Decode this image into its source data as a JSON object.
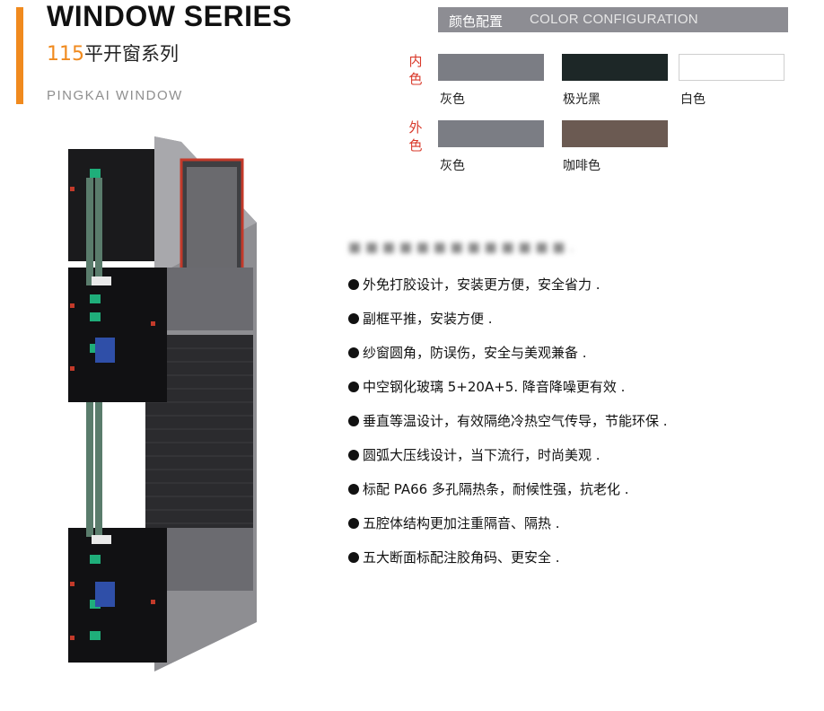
{
  "header": {
    "title": "WINDOW SERIES",
    "subtitle_number": "115",
    "subtitle_text": "平开窗系列",
    "subtitle_en": "PINGKAI  WINDOW"
  },
  "color_config": {
    "title_cn": "颜色配置",
    "title_en": "COLOR CONFIGURATION",
    "inner_label": "内色",
    "outer_label": "外色",
    "inner_colors": [
      {
        "name": "灰色",
        "hex": "#7b7d84"
      },
      {
        "name": "极光黑",
        "hex": "#1d2727"
      },
      {
        "name": "白色",
        "hex": "#ffffff"
      }
    ],
    "outer_colors": [
      {
        "name": "灰色",
        "hex": "#7b7d84"
      },
      {
        "name": "咖啡色",
        "hex": "#6b5a52"
      }
    ]
  },
  "features": {
    "items": [
      "外免打胶设计，安装更方便，安全省力 .",
      "副框平推，安装方便 .",
      "纱窗圆角，防误伤，安全与美观兼备 .",
      "中空钢化玻璃 5+20A+5. 降音降噪更有效 .",
      "垂直等温设计，有效隔绝冷热空气传导，节能环保 .",
      "圆弧大压线设计，当下流行，时尚美观 .",
      "标配 PA66 多孔隔热条，耐候性强，抗老化 .",
      "五腔体结构更加注重隔音、隔热 .",
      "五大断面标配注胶角码、更安全 ."
    ]
  },
  "colors": {
    "accent": "#f08a1e",
    "label_red": "#d93a2b",
    "header_gray": "#8d8d93"
  }
}
